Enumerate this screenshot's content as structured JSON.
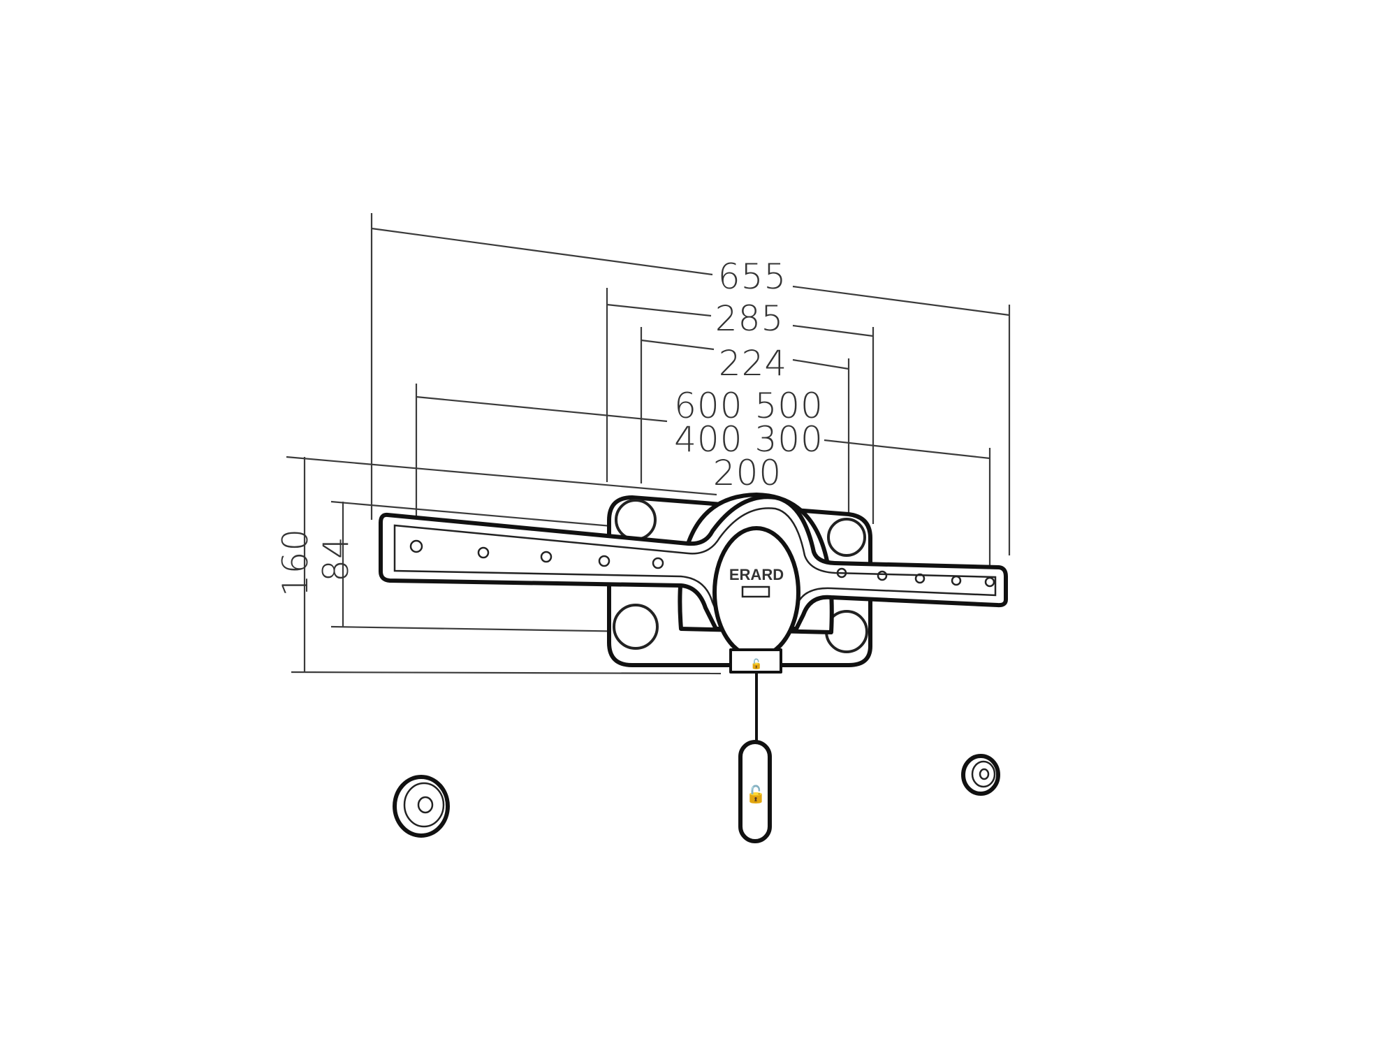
{
  "dimensions": {
    "overall_width": "655",
    "plate_width_outer": "285",
    "plate_width_inner": "224",
    "vesa_line1": "600 500",
    "vesa_line2": "400 300",
    "vesa_line3": "200",
    "overall_height": "160",
    "plate_hole_spacing": "84"
  },
  "brand": {
    "logo_text": "ERARD"
  },
  "colors": {
    "line": "#111111",
    "dimension": "#3a3a3a",
    "background": "#ffffff"
  }
}
